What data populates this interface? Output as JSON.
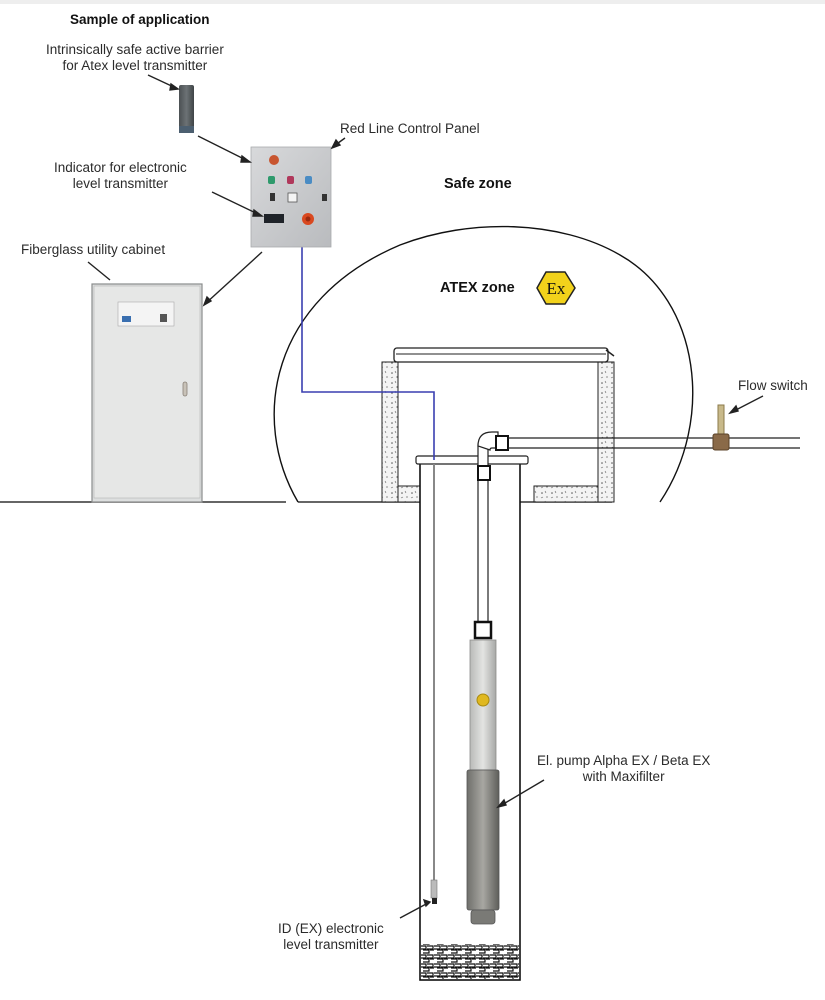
{
  "title": "Sample of application",
  "labels": {
    "barrier": [
      "Intrinsically safe active barrier",
      "for Atex level transmitter"
    ],
    "control_panel": "Red Line Control Panel",
    "indicator": [
      "Indicator for electronic",
      "level transmitter"
    ],
    "cabinet": "Fiberglass utility cabinet",
    "safe_zone": "Safe zone",
    "atex_zone": "ATEX zone",
    "flow_switch": "Flow switch",
    "pump": [
      "El. pump Alpha EX / Beta EX",
      "with Maxifilter"
    ],
    "level_transmitter": [
      "ID (EX) electronic",
      "level transmitter"
    ]
  },
  "atex_symbol": {
    "text": "Ex",
    "color": "#f2d21b"
  },
  "colors": {
    "cable": "#3a3fb0",
    "line": "#1a1a1a",
    "panel": "#c9cbce",
    "cabinet": "#dcdede",
    "pump_body": "#8a8a86"
  }
}
